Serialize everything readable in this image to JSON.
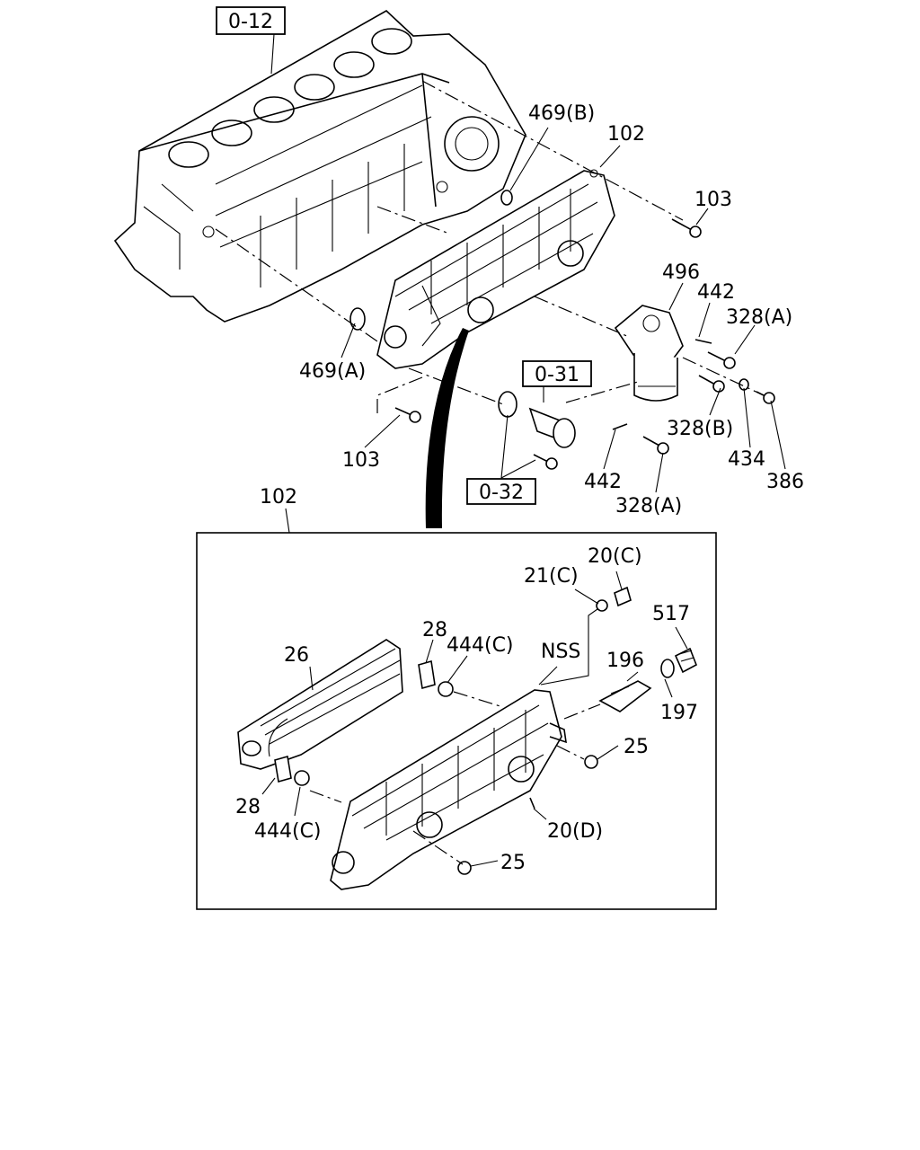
{
  "refs": {
    "r012": "0-12",
    "r031": "0-31",
    "r032": "0-32"
  },
  "labels": {
    "p469b": "469(B)",
    "p102a": "102",
    "p103a": "103",
    "p496": "496",
    "p442a": "442",
    "p328a1": "328(A)",
    "p469a": "469(A)",
    "p103b": "103",
    "p328b": "328(B)",
    "p434": "434",
    "p386": "386",
    "p442b": "442",
    "p328a2": "328(A)",
    "p102b": "102",
    "p20c": "20(C)",
    "p21c": "21(C)",
    "p517": "517",
    "p28a": "28",
    "p444ca": "444(C)",
    "pnss": "NSS",
    "p196": "196",
    "p26": "26",
    "p197": "197",
    "p25a": "25",
    "p28b": "28",
    "p444cb": "444(C)",
    "p20d": "20(D)",
    "p25b": "25"
  }
}
